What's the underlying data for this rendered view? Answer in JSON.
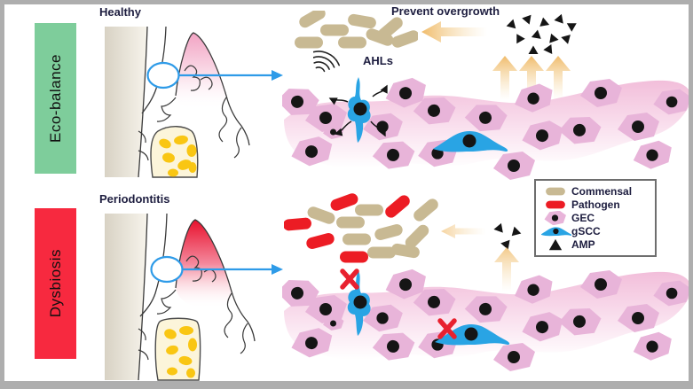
{
  "figure": {
    "rows": [
      {
        "band_label": "Eco-balance",
        "band_color": "#7ECD9B",
        "panel_title": "Healthy",
        "annotations": {
          "prevent_overgrowth": "Prevent overgrowth",
          "ahls": "AHLs"
        }
      },
      {
        "band_label": "Dysbiosis",
        "band_color": "#F7293F",
        "panel_title": "Periodontitis"
      }
    ]
  },
  "legend": {
    "items": [
      {
        "label": "Commensal",
        "icon": "tan-pill-bacterium",
        "color": "#C8B993"
      },
      {
        "label": "Pathogen",
        "icon": "red-pill-bacterium",
        "color": "#EC1C24"
      },
      {
        "label": "GEC",
        "icon": "pink-epithelial-cell",
        "color": "#E8B4D9"
      },
      {
        "label": "gSCC",
        "icon": "blue-spindle-cell",
        "color": "#29A4E4"
      },
      {
        "label": "AMP",
        "icon": "black-triangle",
        "color": "#151515"
      }
    ]
  },
  "colors": {
    "eco-green": "#7ECD9B",
    "dys-red": "#F7293F",
    "commensal-tan": "#C8B993",
    "pathogen-red": "#EC1C24",
    "gec-pink": "#E8B4D9",
    "tissue-band-pink": "#F2BEDA",
    "gscc-blue": "#29A4E4",
    "magnifier-blue": "#2E9BE8",
    "arrow-orange": "#F0BC76",
    "bone-yellow": "#F9C613",
    "bone-cream": "#FCF5DA",
    "healthy-crest-pink": "#F2A3C3",
    "inflamed-crest-red": "#E8112D",
    "blocked-x-red": "#E8212F",
    "text-navy": "#1d1d3f",
    "frame-gray": "#aeaeae"
  },
  "icons": {
    "magnifier-lens": "blue-outlined-ellipse",
    "zoom-arrow": "blue-right-arrow",
    "ahl-signal-icon": "nested-arc-waves",
    "suppression-arrow": "orange-left-arrow-fading",
    "amp-secretion-arrows": "orange-up-arrows-fading",
    "secretion-squiggle-arrow": "black-wavy-arrow",
    "blocked-x-icon": "red-x-mark"
  }
}
